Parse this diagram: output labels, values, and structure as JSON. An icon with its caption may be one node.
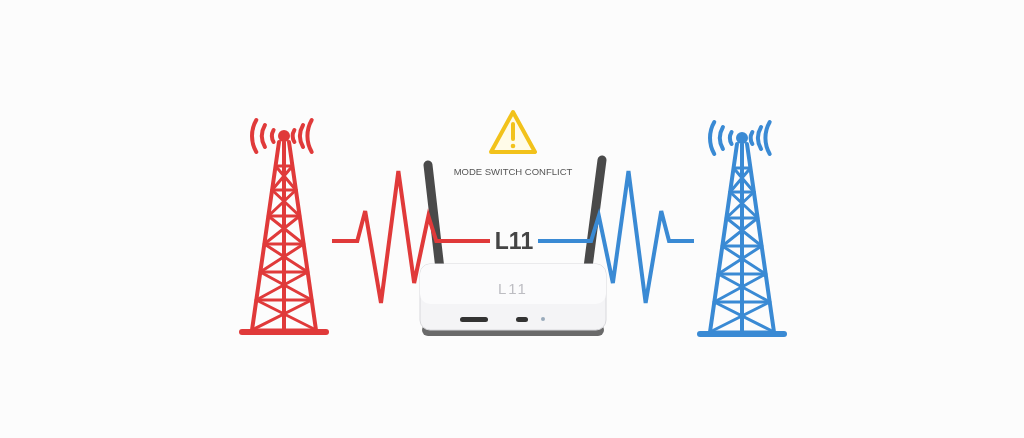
{
  "diagram": {
    "nodes": [
      {
        "text": [],
        "shape": "picture"
      },
      {
        "text": [
          "L11"
        ]
      },
      {
        "text": [
          "L11"
        ]
      },
      {
        "text": [],
        "shape": "picture"
      }
    ],
    "edges": [
      {
        "from": 0,
        "to": 1,
        "arrow": "none",
        "color": "#e03a3a"
      },
      {
        "from": 3,
        "to": 1,
        "arrow": "none",
        "color": "#3a8ad4"
      }
    ],
    "labels": [
      "MODE SWITCH CONFLICT"
    ]
  }
}
